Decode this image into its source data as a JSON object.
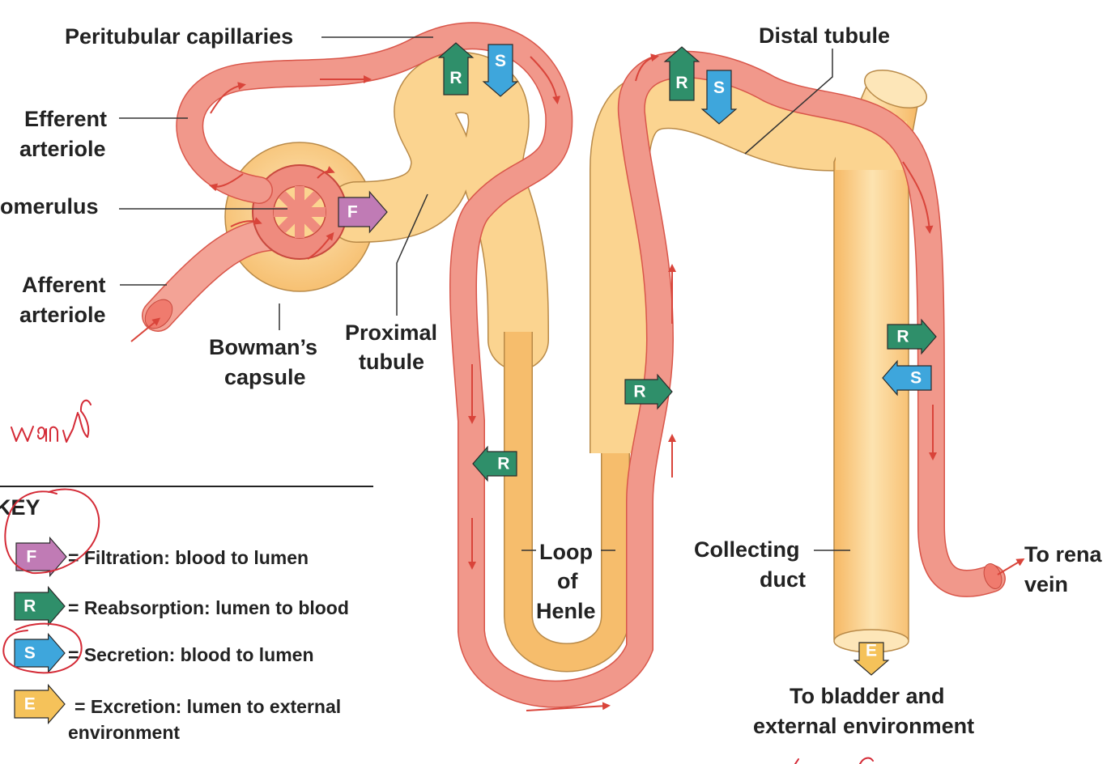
{
  "labels": {
    "peritubular": "Peritubular capillaries",
    "efferent_1": "Efferent",
    "efferent_2": "arteriole",
    "glomerulus": "omerulus",
    "afferent_1": "Afferent",
    "afferent_2": "arteriole",
    "bowman_1": "Bowman’s",
    "bowman_2": "capsule",
    "proximal_1": "Proximal",
    "proximal_2": "tubule",
    "distal": "Distal tubule",
    "loop_1": "Loop",
    "loop_2": "of",
    "loop_3": "Henle",
    "collecting_1": "Collecting",
    "collecting_2": "duct",
    "renal_1": "To rena",
    "renal_2": "vein",
    "bladder_1": "To bladder and",
    "bladder_2": "external environment"
  },
  "process_letters": {
    "filtration": "F",
    "reabsorption": "R",
    "secretion": "S",
    "excretion": "E"
  },
  "key": {
    "title": "KEY",
    "filtration": "= Filtration: blood to lumen",
    "reabsorption": "= Reabsorption: lumen to blood",
    "secretion": "= Secretion: blood to lumen",
    "excretion_1": "= Excretion: lumen to external",
    "excretion_2": "environment"
  },
  "colors": {
    "tubule": "#f8c97a",
    "tubule_light": "#fde6b8",
    "vessel": "#ee8a7c",
    "vessel_dark": "#d9564a",
    "filtration": "#c07bb5",
    "reabsorption": "#2f8f6a",
    "secretion": "#3ea6dc",
    "excretion": "#f5c25a",
    "annotation": "#d42a36"
  }
}
